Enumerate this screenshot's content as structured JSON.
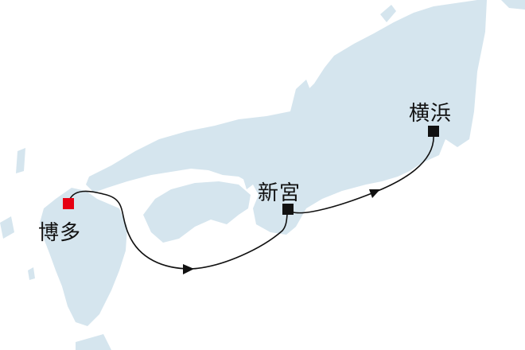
{
  "colors": {
    "land": "#d5e5ee",
    "sea": "#ffffff",
    "route": "#111111",
    "origin_marker": "#e60012",
    "port_marker": "#111111"
  },
  "ports": [
    {
      "name": "博多",
      "role": "origin"
    },
    {
      "name": "新宮",
      "role": "port"
    },
    {
      "name": "横浜",
      "role": "port"
    }
  ]
}
